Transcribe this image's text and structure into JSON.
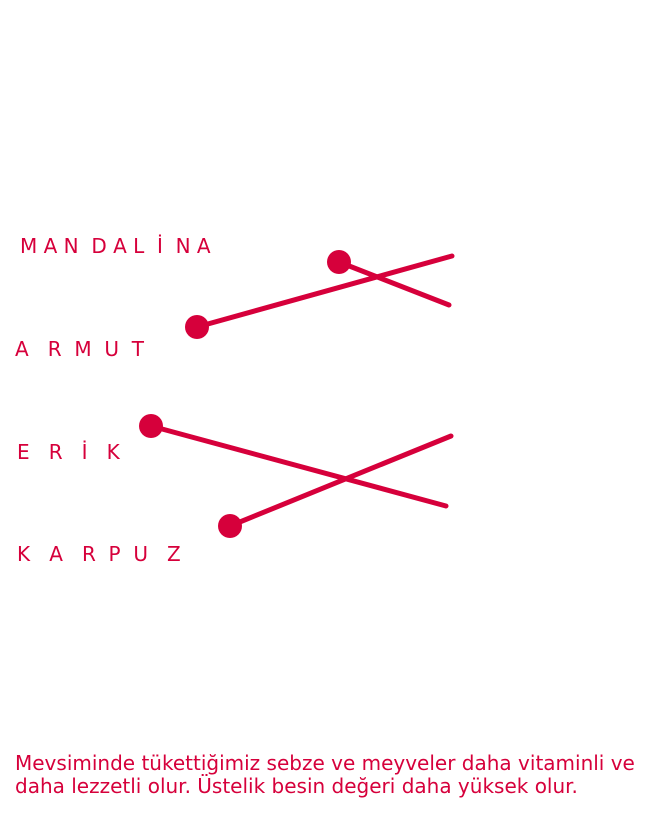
{
  "words": {
    "mandalina": "M A N  D A L  İ  N A",
    "armut": "A   R  M  U  T",
    "erik": "E   R   İ   K",
    "karpuz": "K   A   R  P  U   Z"
  },
  "caption": "Mevsiminde tükettiğimiz sebze ve meyveler daha vitaminli ve daha lezzetli olur. Üstelik besin değeri daha yüksek olur.",
  "colors": {
    "accent": "#d6003b",
    "background": "#ffffff"
  }
}
